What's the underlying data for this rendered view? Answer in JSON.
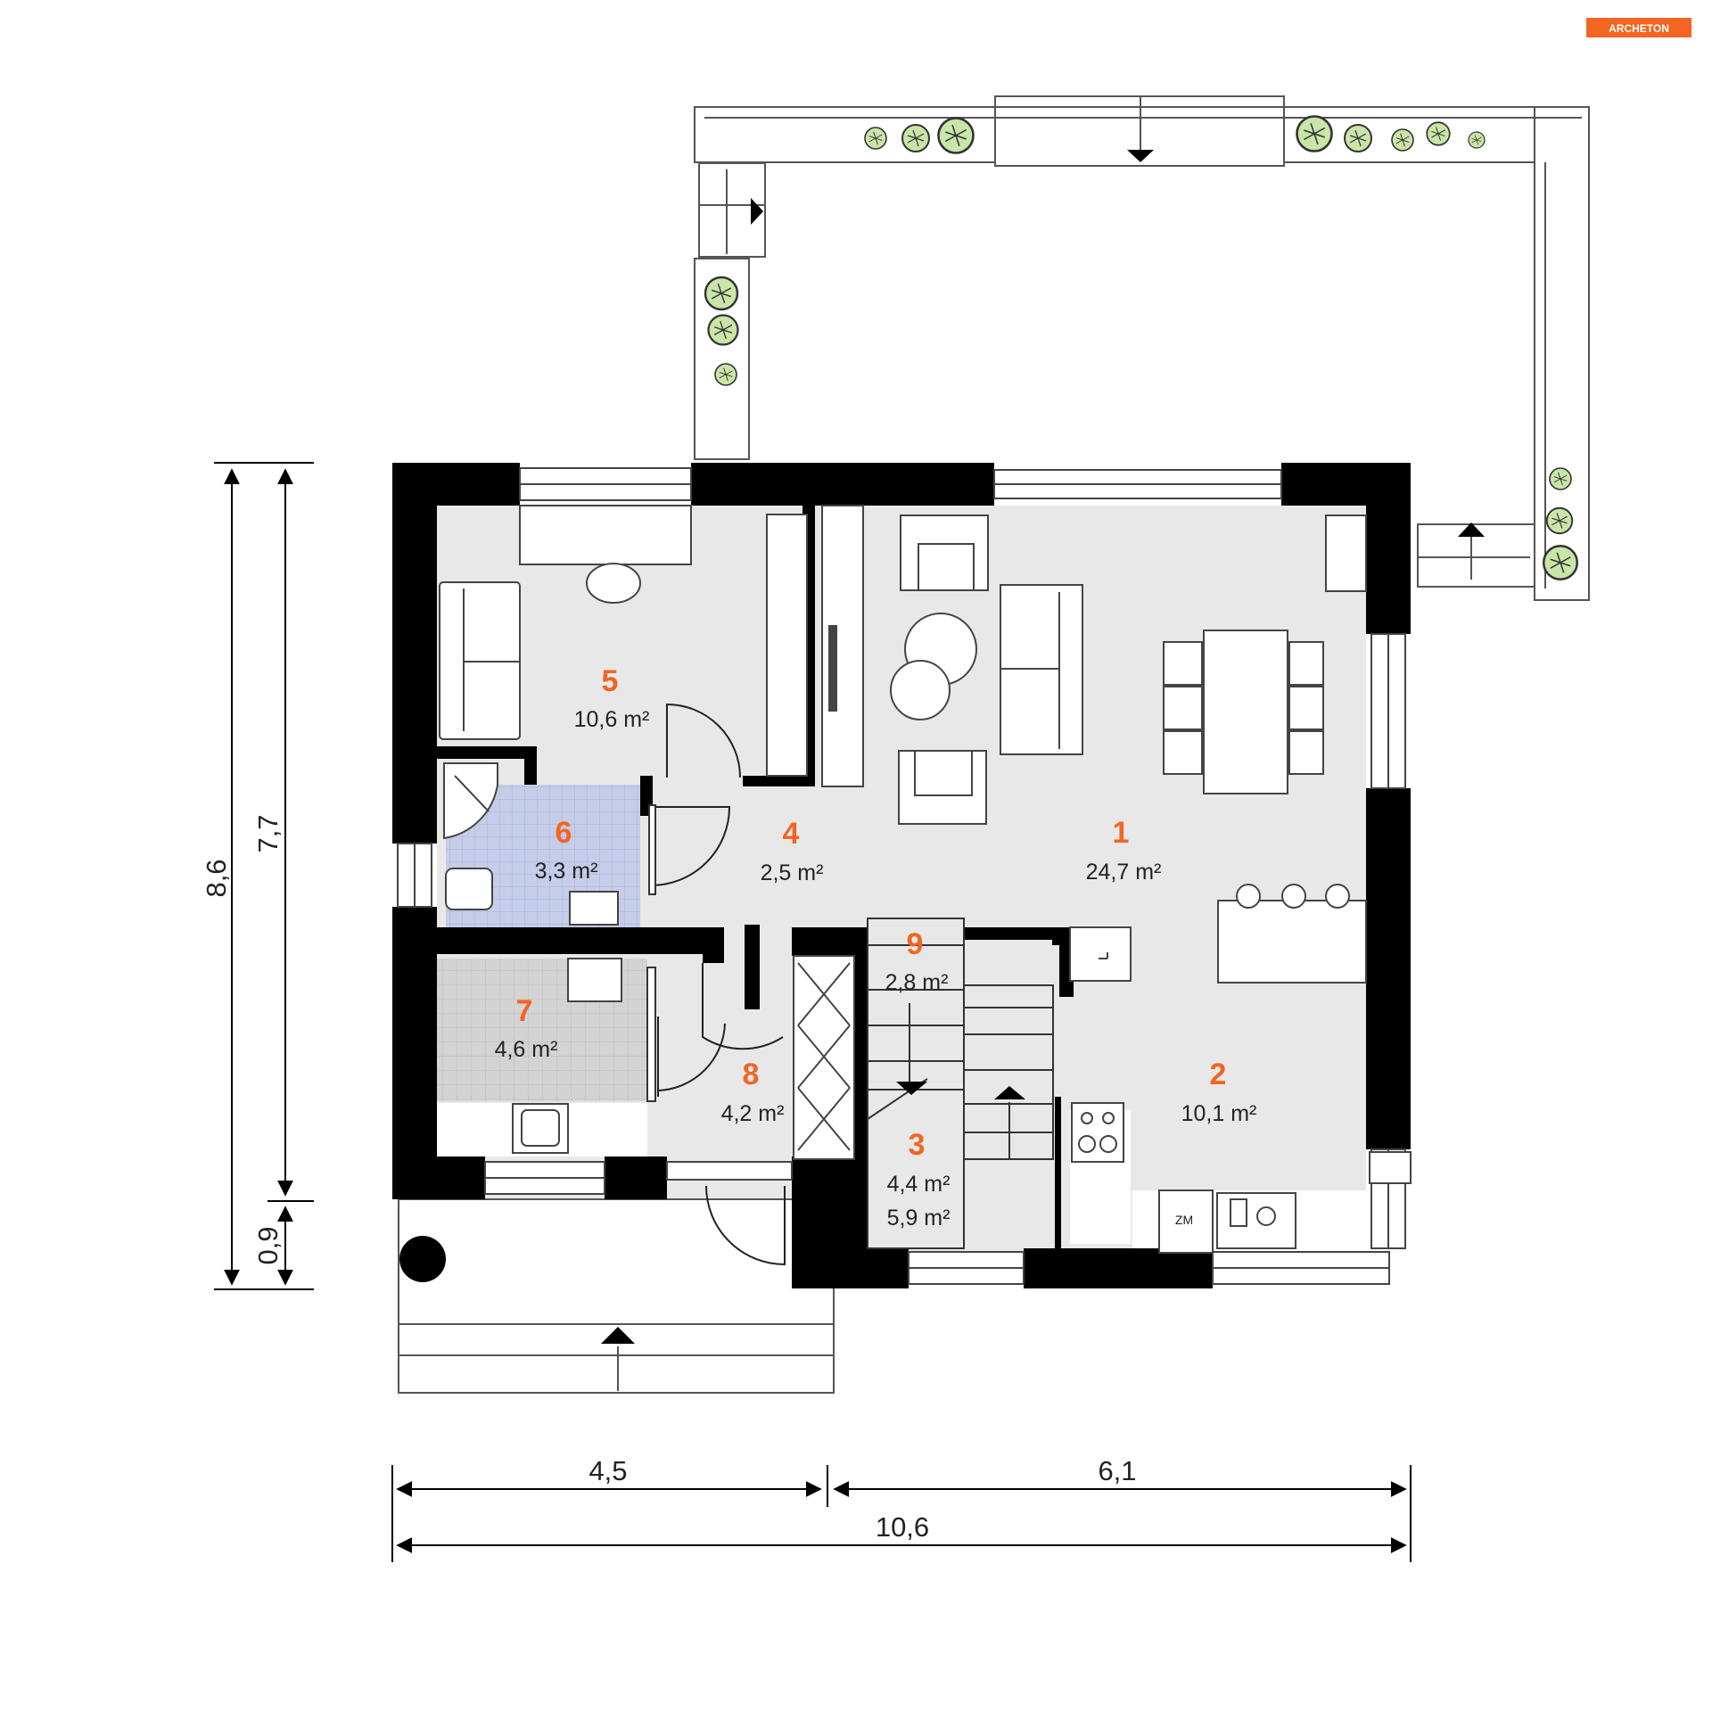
{
  "brand": {
    "logo_text": "ARCHETON",
    "logo_color": "#f26522"
  },
  "colors": {
    "wall": "#000000",
    "floor": "#e8e8e8",
    "bathroom_floor": "#c5cde8",
    "utility_floor": "#d2d2d2",
    "room_number": "#f26522",
    "plant": "#c9e5a8"
  },
  "rooms": [
    {
      "number": "1",
      "area": "24,7 m²"
    },
    {
      "number": "2",
      "area": "10,1 m²"
    },
    {
      "number": "3",
      "area": "4,4 m²",
      "area_secondary": "5,9 m²"
    },
    {
      "number": "4",
      "area": "2,5 m²"
    },
    {
      "number": "5",
      "area": "10,6 m²"
    },
    {
      "number": "6",
      "area": "3,3 m²"
    },
    {
      "number": "7",
      "area": "4,6 m²"
    },
    {
      "number": "8",
      "area": "4,2 m²"
    },
    {
      "number": "9",
      "area": "2,8 m²"
    }
  ],
  "labels": {
    "fridge": "ZM"
  },
  "dimensions": {
    "vertical_total": "8,6",
    "vertical_main": "7,7",
    "vertical_porch": "0,9",
    "horizontal_left": "4,5",
    "horizontal_right": "6,1",
    "horizontal_total": "10,6"
  }
}
